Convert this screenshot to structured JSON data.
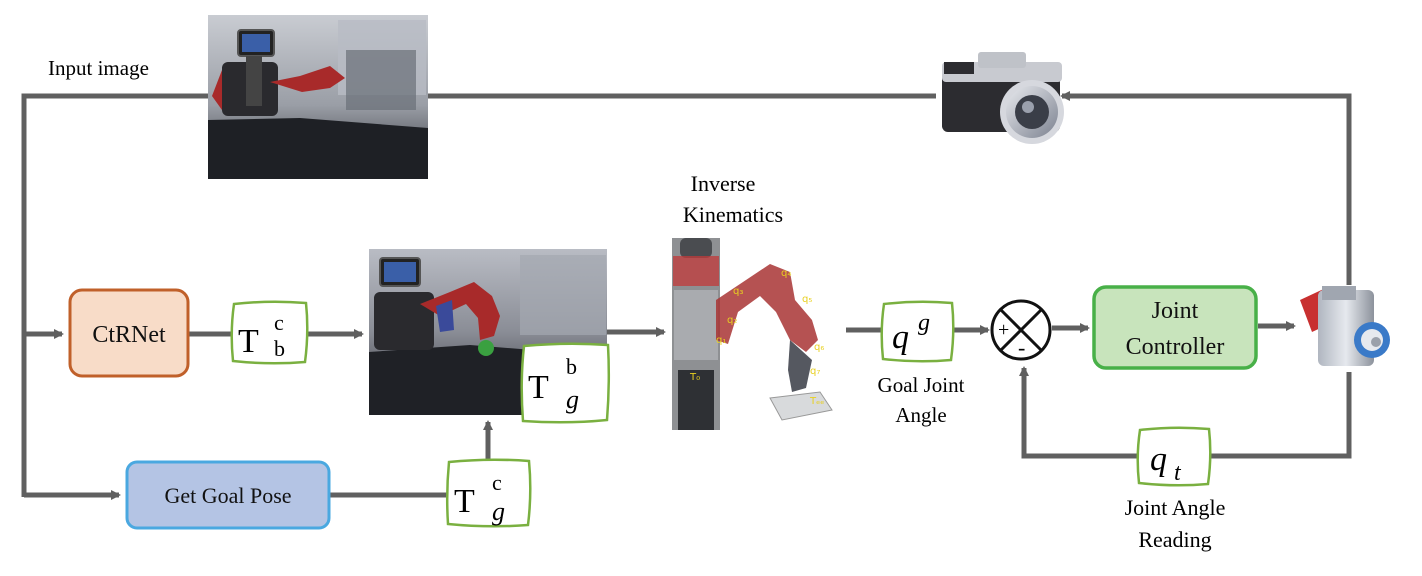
{
  "labels": {
    "input_image": "Input image",
    "inverse_kinematics_line1": "Inverse",
    "inverse_kinematics_line2": "Kinematics",
    "goal_joint_angle_line1": "Goal Joint",
    "goal_joint_angle_line2": "Angle",
    "joint_angle_reading_line1": "Joint Angle",
    "joint_angle_reading_line2": "Reading"
  },
  "blocks": {
    "ctrnet": "CtRNet",
    "get_goal_pose": "Get Goal Pose",
    "joint_controller_line1": "Joint",
    "joint_controller_line2": "Controller"
  },
  "symbols": {
    "T": "T",
    "t_bc_sup": "c",
    "t_bc_sub": "b",
    "t_gb_sup": "b",
    "t_gb_sub": "g",
    "t_gc_sup": "c",
    "t_gc_sub": "g",
    "q": "q",
    "qg_sup": "g",
    "qt_sub": "t",
    "plus": "+",
    "minus": "-"
  },
  "robot_labels": {
    "q1": "q₁",
    "q2": "q₂",
    "q3": "q₃",
    "q4": "q₄",
    "q5": "q₅",
    "q6": "q₆",
    "q7": "q₇",
    "t0": "T₀",
    "tee": "Tₑₑ"
  },
  "colors": {
    "arrow": "#606060",
    "ctrnet_fill": "#f8dcc8",
    "ctrnet_stroke": "#c0602a",
    "goal_fill": "#b4c4e4",
    "goal_stroke": "#4aa8e0",
    "controller_fill": "#c8e4bc",
    "controller_stroke": "#48b048",
    "symbol_stroke": "#7ab040"
  }
}
